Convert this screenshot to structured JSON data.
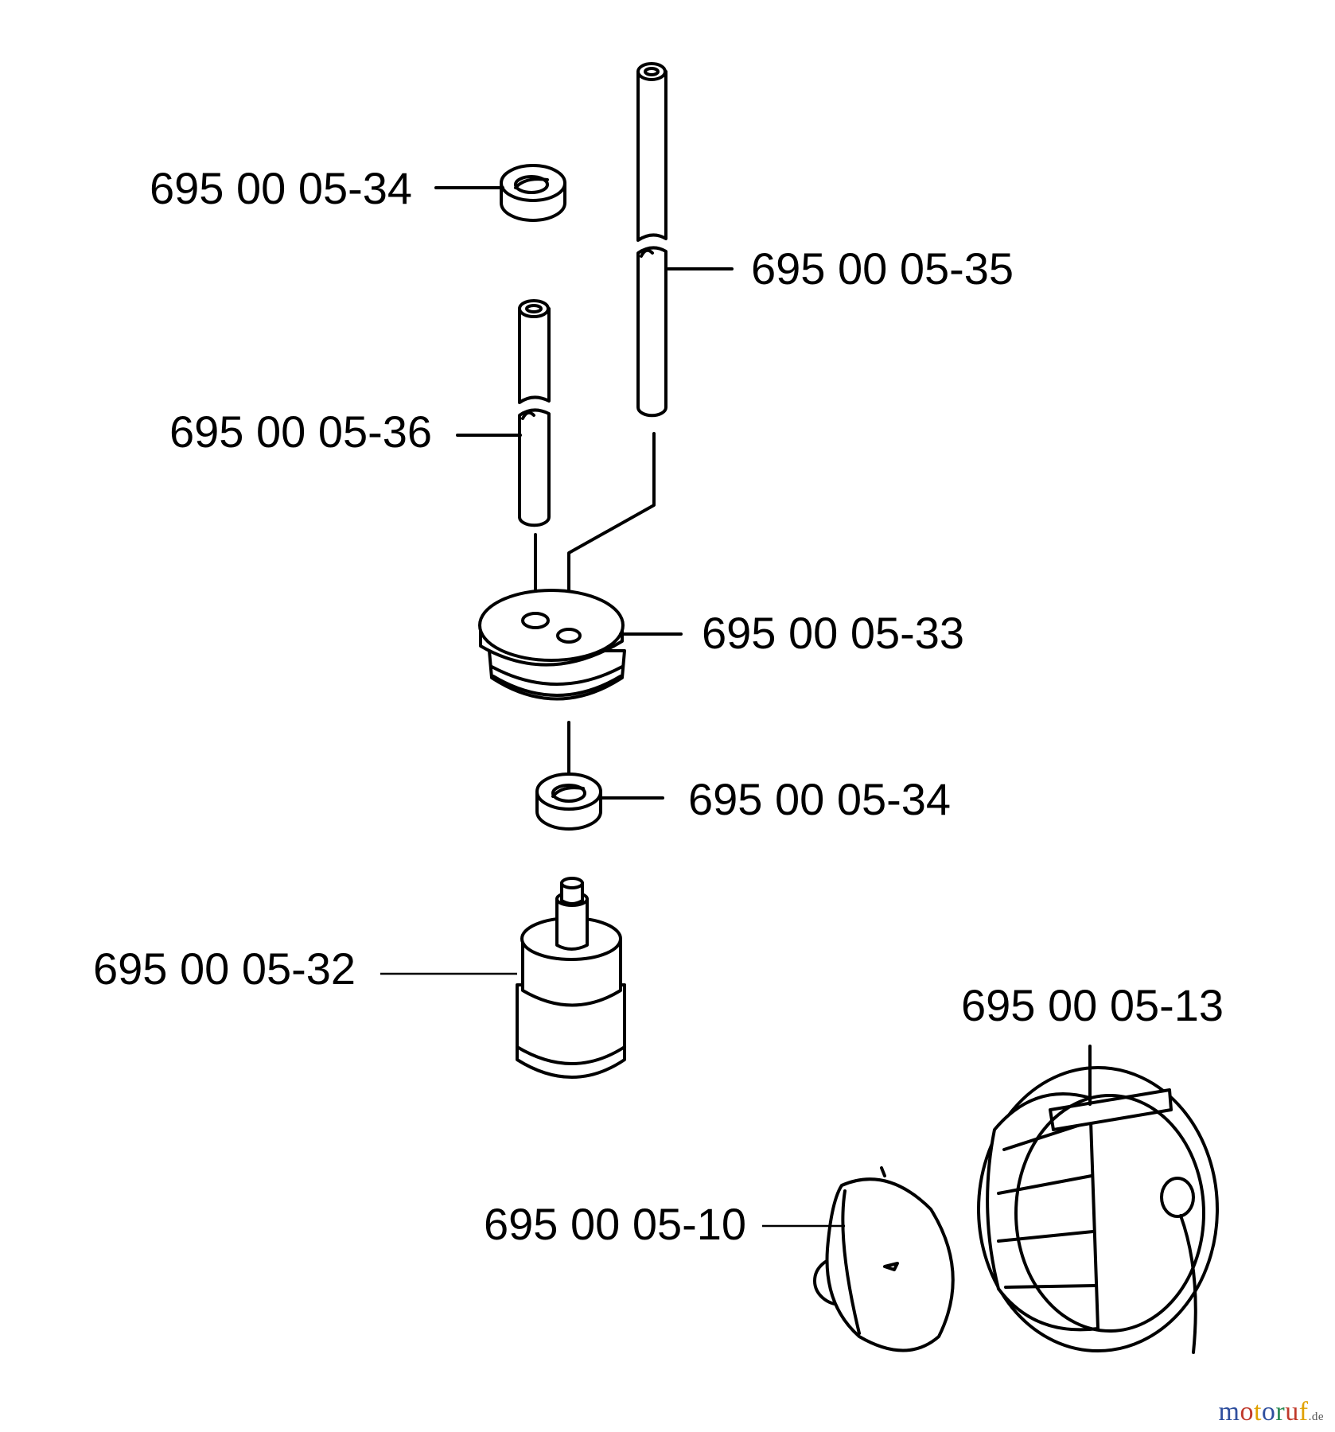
{
  "parts": [
    {
      "id": "seal-top",
      "number": "695 00 05-34"
    },
    {
      "id": "hose-long",
      "number": "695 00 05-35"
    },
    {
      "id": "hose-short",
      "number": "695 00 05-36"
    },
    {
      "id": "grommet",
      "number": "695 00 05-33"
    },
    {
      "id": "seal-bottom",
      "number": "695 00 05-34"
    },
    {
      "id": "filter",
      "number": "695 00 05-32"
    },
    {
      "id": "tank-cap",
      "number": "695 00 05-13"
    },
    {
      "id": "cap-gasket",
      "number": "695 00 05-10"
    }
  ],
  "watermark": {
    "letters": [
      {
        "char": "m",
        "color": "#2f4f9e"
      },
      {
        "char": "o",
        "color": "#c0392b"
      },
      {
        "char": "t",
        "color": "#e0a100"
      },
      {
        "char": "o",
        "color": "#2f4f9e"
      },
      {
        "char": "r",
        "color": "#2e8b57"
      },
      {
        "char": "u",
        "color": "#c0392b"
      },
      {
        "char": "f",
        "color": "#e0a100"
      }
    ],
    "tld": ".de"
  }
}
